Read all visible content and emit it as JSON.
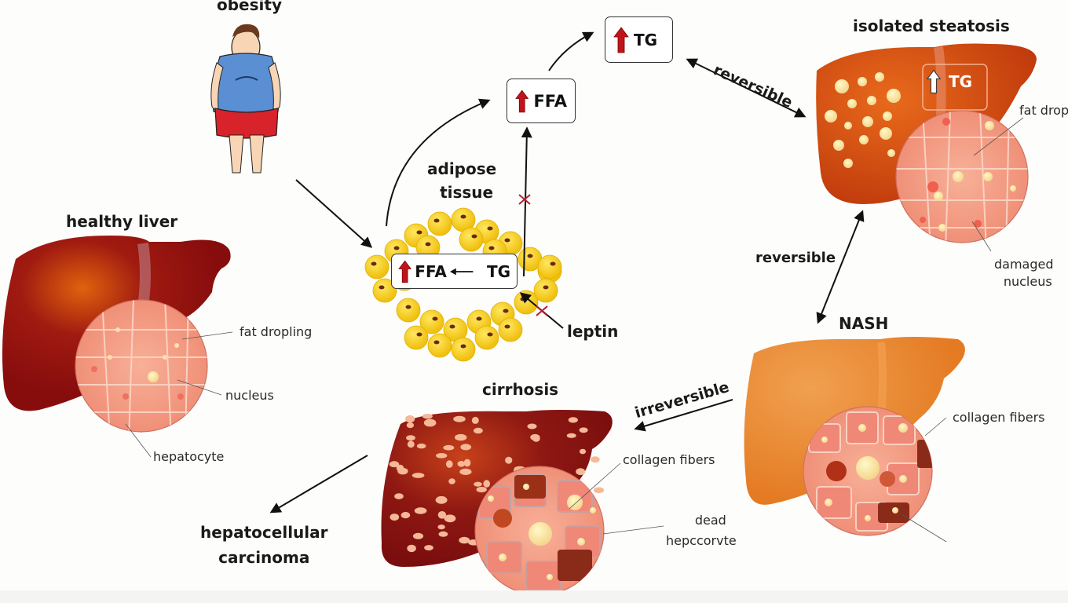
{
  "diagram": {
    "title_nodes": {
      "obesity": "obesity",
      "healthy_liver": "healthy liver",
      "adipose_tissue_line1": "adipose",
      "adipose_tissue_line2": "tissue",
      "isolated_steatosis": "isolated steatosis",
      "nash": "NASH",
      "cirrhosis": "cirrhosis",
      "hcc_line1": "hepatocellular",
      "hcc_line2": "carcinoma"
    },
    "boxes": {
      "ffa_box": {
        "label": "FFA",
        "arrow": "up-arrow"
      },
      "tg_box": {
        "label": "TG",
        "arrow": "up-arrow"
      },
      "adipose_box": {
        "left": "FFA",
        "arrow_between": "left-arrow",
        "right": "TG"
      },
      "steatosis_tg": {
        "label": "TG",
        "arrow": "up-arrow"
      }
    },
    "signals": {
      "leptin": "leptin"
    },
    "transitions": {
      "tg_to_steatosis": "reversible",
      "steatosis_to_nash": "reversible",
      "nash_to_cirrhosis": "irreversible"
    },
    "annotations": {
      "healthy": [
        "fat dropling",
        "nucleus",
        "hepatocyte"
      ],
      "steatosis": [
        "fat drop",
        "damaged",
        "nucleus"
      ],
      "nash": [
        "collagen fibers"
      ],
      "cirrhosis": [
        "collagen fibers",
        "dead",
        "hepccorvte"
      ]
    },
    "colors": {
      "healthy_liver": "#8e0f0f",
      "steatosis_liver": "#c8400f",
      "nash_liver": "#e8822a",
      "cirrhosis_liver": "#8a1212",
      "tissue_pink": "#f4a08a",
      "adipose_yellow": "#f5d020",
      "arrow_red": "#c0141c",
      "inhibit_red": "#b02030"
    }
  }
}
